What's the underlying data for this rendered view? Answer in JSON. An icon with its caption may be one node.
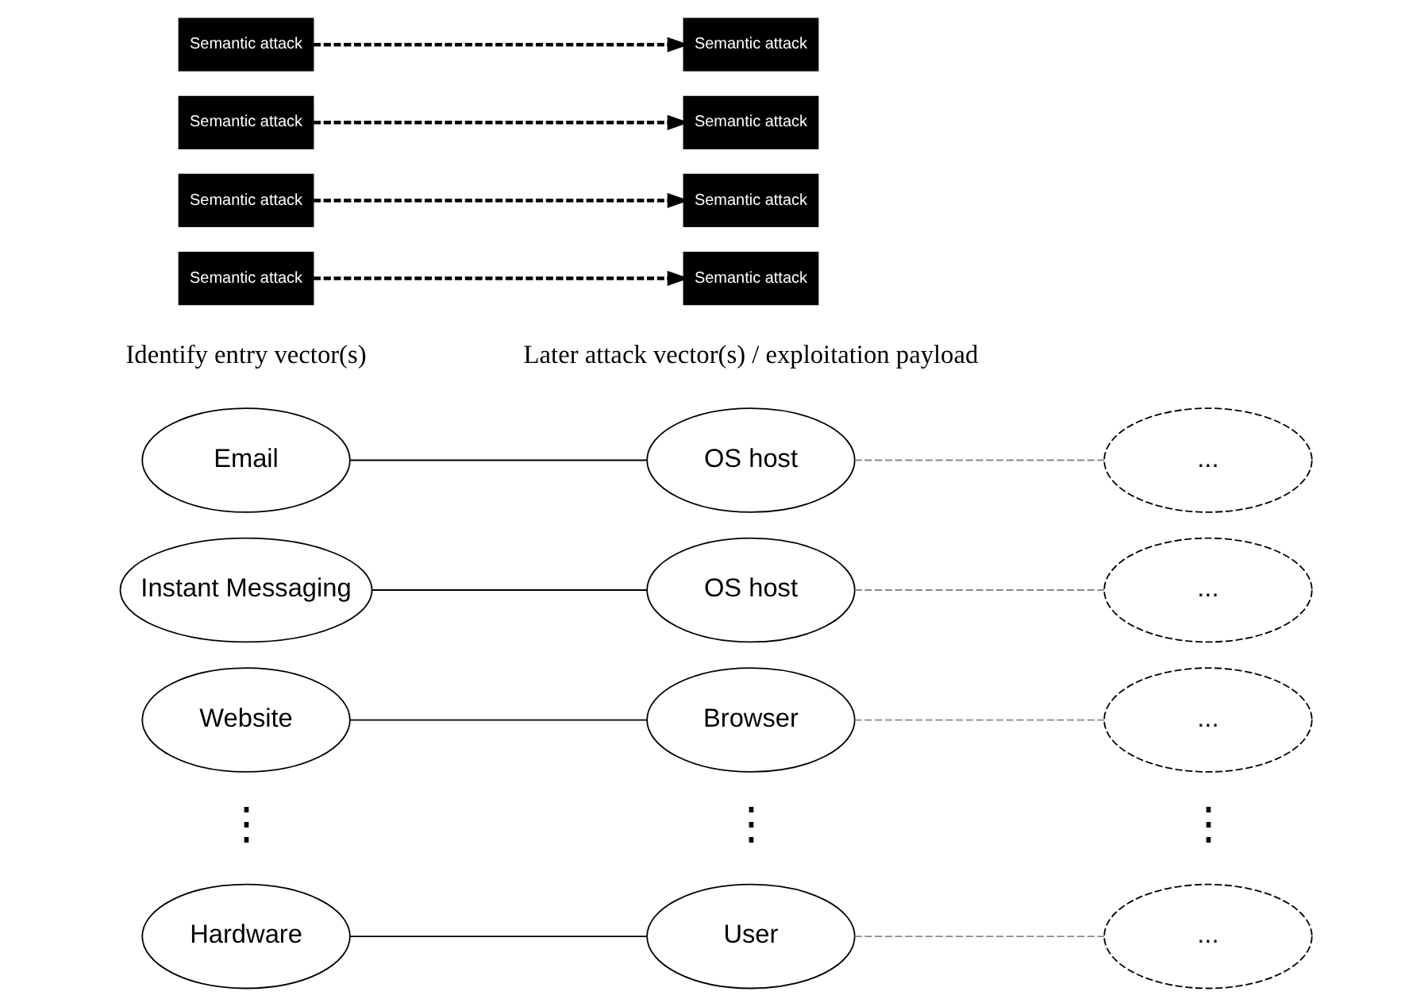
{
  "diagram": {
    "nodes": [
      {
        "text": [
          "Email"
        ]
      },
      {
        "text": [
          "Semantic attack"
        ]
      },
      {
        "text": [
          "OS host"
        ]
      },
      {
        "text": [
          "Semantic attack"
        ]
      },
      {
        "text": [
          "..."
        ]
      },
      {
        "text": [
          "Instant Messaging"
        ]
      },
      {
        "text": [
          "Semantic attack"
        ]
      },
      {
        "text": [
          "OS host"
        ]
      },
      {
        "text": [
          "Semantic attack"
        ]
      },
      {
        "text": [
          "..."
        ]
      },
      {
        "text": [
          "Website"
        ]
      },
      {
        "text": [
          "Semantic attack"
        ]
      },
      {
        "text": [
          "Browser"
        ]
      },
      {
        "text": [
          "Semantic attack"
        ]
      },
      {
        "text": [
          "..."
        ]
      },
      {
        "text": [
          "Hardware"
        ]
      },
      {
        "text": [
          "Semantic attack"
        ]
      },
      {
        "text": [
          "User"
        ]
      },
      {
        "text": [
          "Semantic attack"
        ]
      },
      {
        "text": [
          "..."
        ]
      }
    ],
    "edges": [
      {
        "from": 0,
        "to": 2,
        "arrow": "none"
      },
      {
        "from": 1,
        "to": 3,
        "arrow": "to",
        "style": "dashed"
      },
      {
        "from": 2,
        "to": 4,
        "arrow": "none",
        "style": "dashed",
        "color": "#888888"
      },
      {
        "from": 5,
        "to": 7,
        "arrow": "none"
      },
      {
        "from": 6,
        "to": 8,
        "arrow": "to",
        "style": "dashed"
      },
      {
        "from": 7,
        "to": 9,
        "arrow": "none",
        "style": "dashed",
        "color": "#888888"
      },
      {
        "from": 10,
        "to": 12,
        "arrow": "none"
      },
      {
        "from": 11,
        "to": 13,
        "arrow": "to",
        "style": "dashed"
      },
      {
        "from": 12,
        "to": 14,
        "arrow": "none",
        "style": "dashed",
        "color": "#888888"
      },
      {
        "from": 15,
        "to": 17,
        "arrow": "none"
      },
      {
        "from": 16,
        "to": 18,
        "arrow": "to",
        "style": "dashed"
      },
      {
        "from": 17,
        "to": 19,
        "arrow": "none",
        "style": "dashed",
        "color": "#888888"
      }
    ],
    "labels": [
      "Identify entry vector(s)",
      "Later attack vector(s) / exploitation payload",
      "⋮",
      "⋮",
      "⋮"
    ]
  }
}
